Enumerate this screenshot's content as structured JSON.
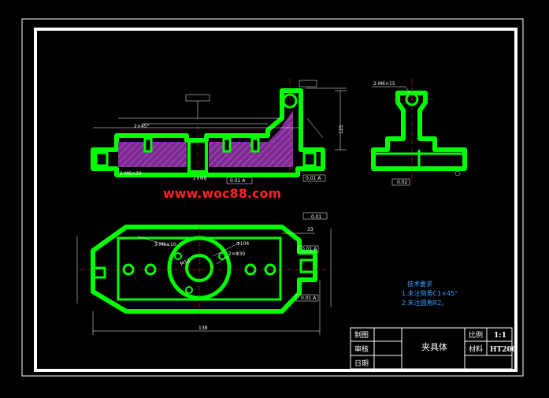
{
  "watermark": "www.woc88.com",
  "tech_requirements": {
    "title": "技术要求",
    "line1": "1.未注倒角C1×45°",
    "line2": "2.末注圆角R2。"
  },
  "title_block": {
    "part_name": "夹具体",
    "drawn_label": "制图",
    "checked_label": "审核",
    "date_label": "日期",
    "scale_label": "比例",
    "scale_value": "1:1",
    "material_label": "材料",
    "material_value": "HT200"
  },
  "front_view": {
    "callout_tapped": "2-M6×20",
    "chamfer": "2×45°",
    "dim_height": "125",
    "tolerance_a": "0.01 A",
    "tolerance_b": "0.01 A",
    "diameter": "2×Φ8"
  },
  "side_view": {
    "callout_thread": "2-M6×15",
    "tolerance": "0.02"
  },
  "top_view": {
    "callout_thread": "3-M6×10",
    "callout_m12": "M12",
    "diameter_outer": "Φ104",
    "diameter_hole": "2×Φ30",
    "dim_width": "138",
    "dim_33": "33",
    "tolerance_flat": "0.01",
    "tolerance_a": "0.01 A",
    "tolerance_b": "0.01 A"
  },
  "colors": {
    "outline": "#00ff00",
    "frame": "#ffffff",
    "hatch": "#b040c0",
    "watermark": "#ff2020",
    "note": "#3aa0ff"
  }
}
